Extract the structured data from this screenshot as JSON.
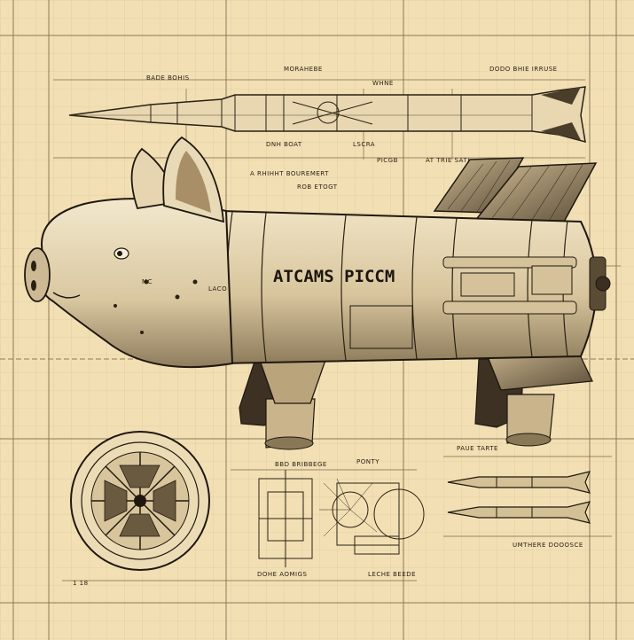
{
  "body_lettering": "ATCAMS PICCM",
  "blueprint_labels": {
    "top_left": "BADE BOHIS",
    "top_center": "MORAHEBE",
    "top_center_small": "WHNE",
    "top_right": "DODO BHIE IRRUSE",
    "missile_under_1": "DNH BOAT",
    "missile_under_2": "LSCRA",
    "missile_under_3": "PICGB",
    "missile_under_4": "AT TRIE SATJ",
    "center_note": "A RHIHHT BOUREMERT",
    "center_note_small": "ROB ETOGT",
    "side_mark": "MC",
    "side_mark_2": "LACO",
    "lower_center": "PONTY",
    "lower_left_note": "BBD BRIBBEGE",
    "lower_right": "PAUE TARTE",
    "bottom_center_1": "DOHE AOMIGS",
    "bottom_center_2": "LECHE BEEDE",
    "bottom_right": "UMTHERE DOOOSCE",
    "bottom_left_dim": "1 18"
  },
  "colors": {
    "paper": "#f2dfb4",
    "grid": "#c9b68c",
    "ink": "#2a2114"
  },
  "icons": [
    "pig-head-icon",
    "missile-icon",
    "wheel-icon"
  ]
}
